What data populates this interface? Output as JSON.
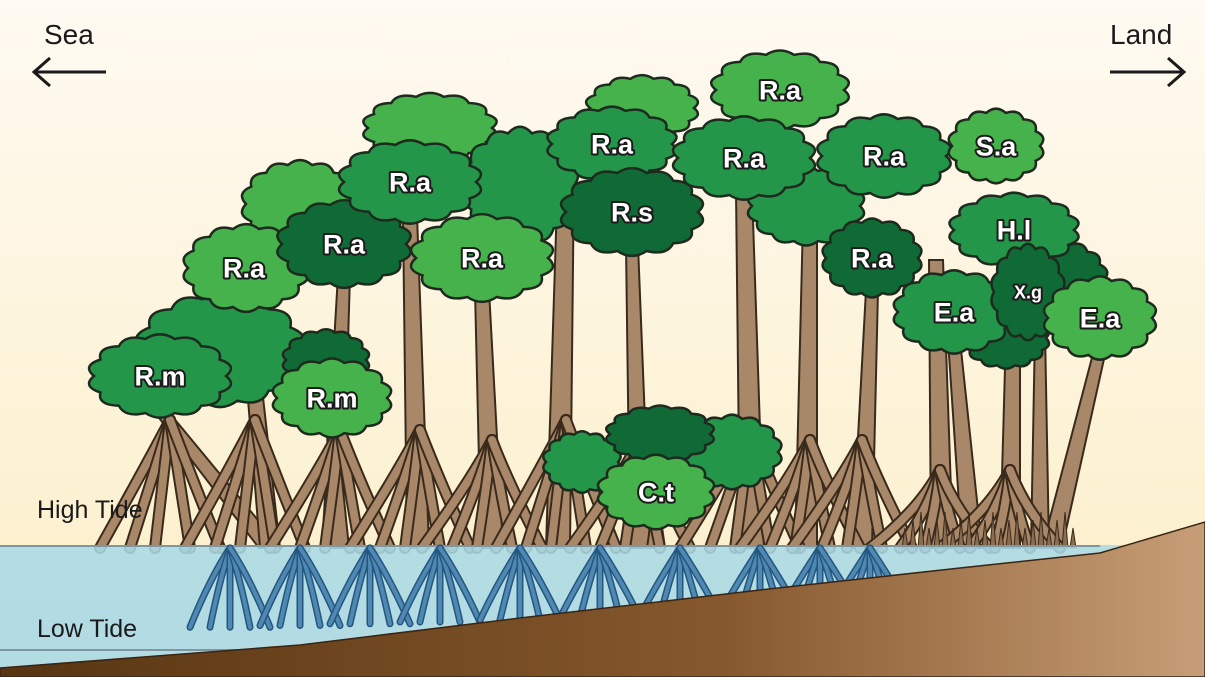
{
  "directions": {
    "sea": "Sea",
    "land": "Land"
  },
  "tides": {
    "high": "High Tide",
    "low": "Low Tide"
  },
  "colors": {
    "sky_top": "#fffaf0",
    "sky_bottom": "#fbefc9",
    "water": "#a9d8e6",
    "ground_dark": "#5a3714",
    "ground_light": "#c9a079",
    "trunk": "#a88868",
    "crown_light": "#45b24c",
    "crown_mid": "#23964a",
    "crown_dark": "#0f6a36"
  },
  "trees": [
    {
      "label": "R.m",
      "shade": "mid"
    },
    {
      "label": "R.a",
      "shade": "light"
    },
    {
      "label": "R.a",
      "shade": "dark"
    },
    {
      "label": "R.m",
      "shade": "light"
    },
    {
      "label": "R.a",
      "shade": "mid"
    },
    {
      "label": "R.a",
      "shade": "light"
    },
    {
      "label": "R.a",
      "shade": "mid"
    },
    {
      "label": "R.s",
      "shade": "dark"
    },
    {
      "label": "R.a",
      "shade": "light"
    },
    {
      "label": "R.a",
      "shade": "mid"
    },
    {
      "label": "R.a",
      "shade": "mid"
    },
    {
      "label": "S.a",
      "shade": "light"
    },
    {
      "label": "H.l",
      "shade": "mid"
    },
    {
      "label": "R.a",
      "shade": "dark"
    },
    {
      "label": "E.a",
      "shade": "mid"
    },
    {
      "label": "X.g",
      "shade": "dark"
    },
    {
      "label": "E.a",
      "shade": "light"
    },
    {
      "label": "C.t",
      "shade": "light"
    }
  ]
}
